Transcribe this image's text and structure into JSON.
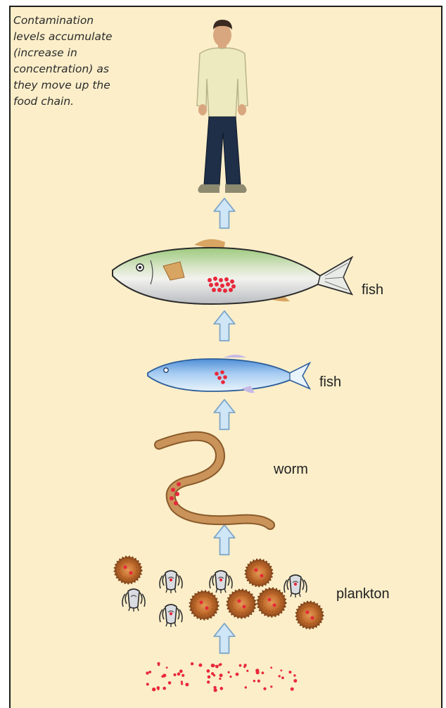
{
  "caption": "Contamination levels accumulate (increase in concentration) as they move up the food chain.",
  "labels": {
    "fish_large": "fish",
    "fish_small": "fish",
    "worm": "worm",
    "plankton": "plankton"
  },
  "colors": {
    "background": "#fbeec9",
    "border": "#1e1e1e",
    "arrow_fill": "#cfe6f7",
    "arrow_stroke": "#7fa7c8",
    "contaminant": "#e8283a",
    "worm": "#c9935a",
    "plankton_brown": "#b8652a"
  },
  "icons": [
    "person-icon",
    "large-fish-icon",
    "small-fish-icon",
    "worm-icon",
    "plankton-icon",
    "arrow-up-icon",
    "contaminant-dots"
  ]
}
